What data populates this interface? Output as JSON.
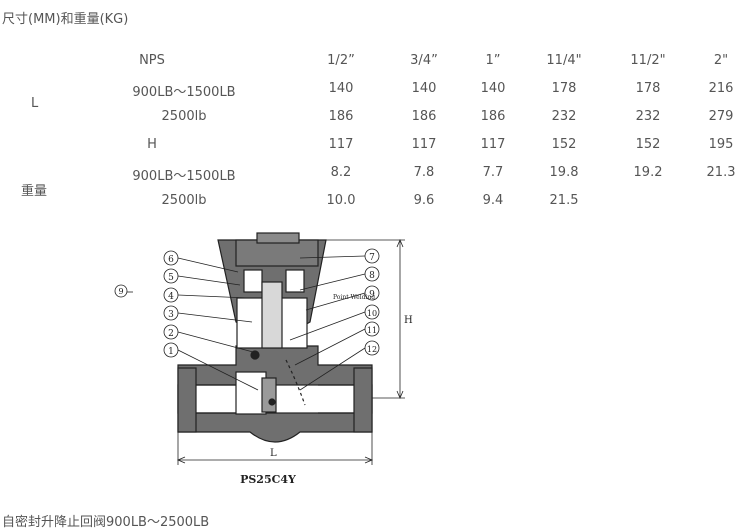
{
  "heading": "尺寸(MM)和重量(KG)",
  "table": {
    "sizes": [
      "1/2”",
      "3/4”",
      "1”",
      "11/4\"",
      "11/2\"",
      "2\""
    ],
    "group_L": "L",
    "group_weight": "重量",
    "rows": [
      {
        "label": "NPS",
        "values": []
      },
      {
        "label": "900LB～1500LB",
        "values": [
          "140",
          "140",
          "140",
          "178",
          "178",
          "216"
        ]
      },
      {
        "label": "2500lb",
        "values": [
          "186",
          "186",
          "186",
          "232",
          "232",
          "279"
        ]
      },
      {
        "label": "H",
        "values": [
          "117",
          "117",
          "117",
          "152",
          "152",
          "195"
        ]
      },
      {
        "label": "900LB～1500LB",
        "values": [
          "8.2",
          "7.8",
          "7.7",
          "19.8",
          "19.2",
          "21.3"
        ]
      },
      {
        "label": "2500lb",
        "values": [
          "10.0",
          "9.6",
          "9.4",
          "21.5",
          "",
          ""
        ]
      }
    ]
  },
  "diagram": {
    "outside_callout": "9",
    "left_callouts": [
      "6",
      "5",
      "4",
      "3",
      "2",
      "1"
    ],
    "right_callouts": [
      "7",
      "8",
      "9",
      "10",
      "11",
      "12"
    ],
    "point_welding": "Point Welding",
    "dim_H": "H",
    "dim_L": "L",
    "model": "PS25C4Y"
  },
  "footer": "自密封升降止回阀900LB～2500LB",
  "colors": {
    "text": "#555555",
    "body_fill": "#6f6f6f",
    "bore_fill": "#ffffff",
    "line": "#222222"
  }
}
